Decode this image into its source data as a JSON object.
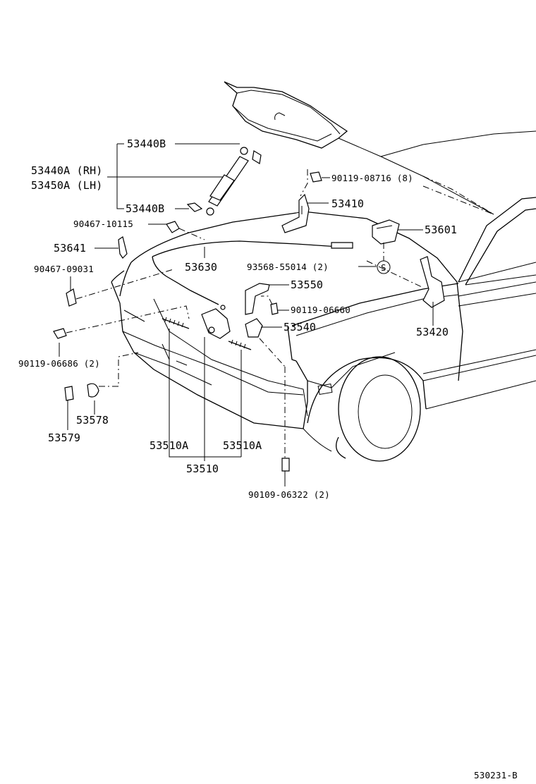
{
  "labels": {
    "l_53440B_top": "53440B",
    "l_53440A": "53440A (RH)",
    "l_53450A": "53450A (LH)",
    "l_53440B_bot": "53440B",
    "l_90467_10115": "90467-10115",
    "l_53641": "53641",
    "l_53630": "53630",
    "l_90467_09031": "90467-09031",
    "l_90119_06686": "90119-06686 (2)",
    "l_53578": "53578",
    "l_53579": "53579",
    "l_53510A_left": "53510A",
    "l_53510A_right": "53510A",
    "l_53510": "53510",
    "l_90109_06322": "90109-06322 (2)",
    "l_90119_08716": "90119-08716 (8)",
    "l_53410": "53410",
    "l_53601": "53601",
    "l_93568": "93568-55014 (2)",
    "l_53550": "53550",
    "l_90119_06660": "90119-06660",
    "l_53540": "53540",
    "l_53420": "53420",
    "l_S": "S",
    "l_ref": "530231-B"
  }
}
